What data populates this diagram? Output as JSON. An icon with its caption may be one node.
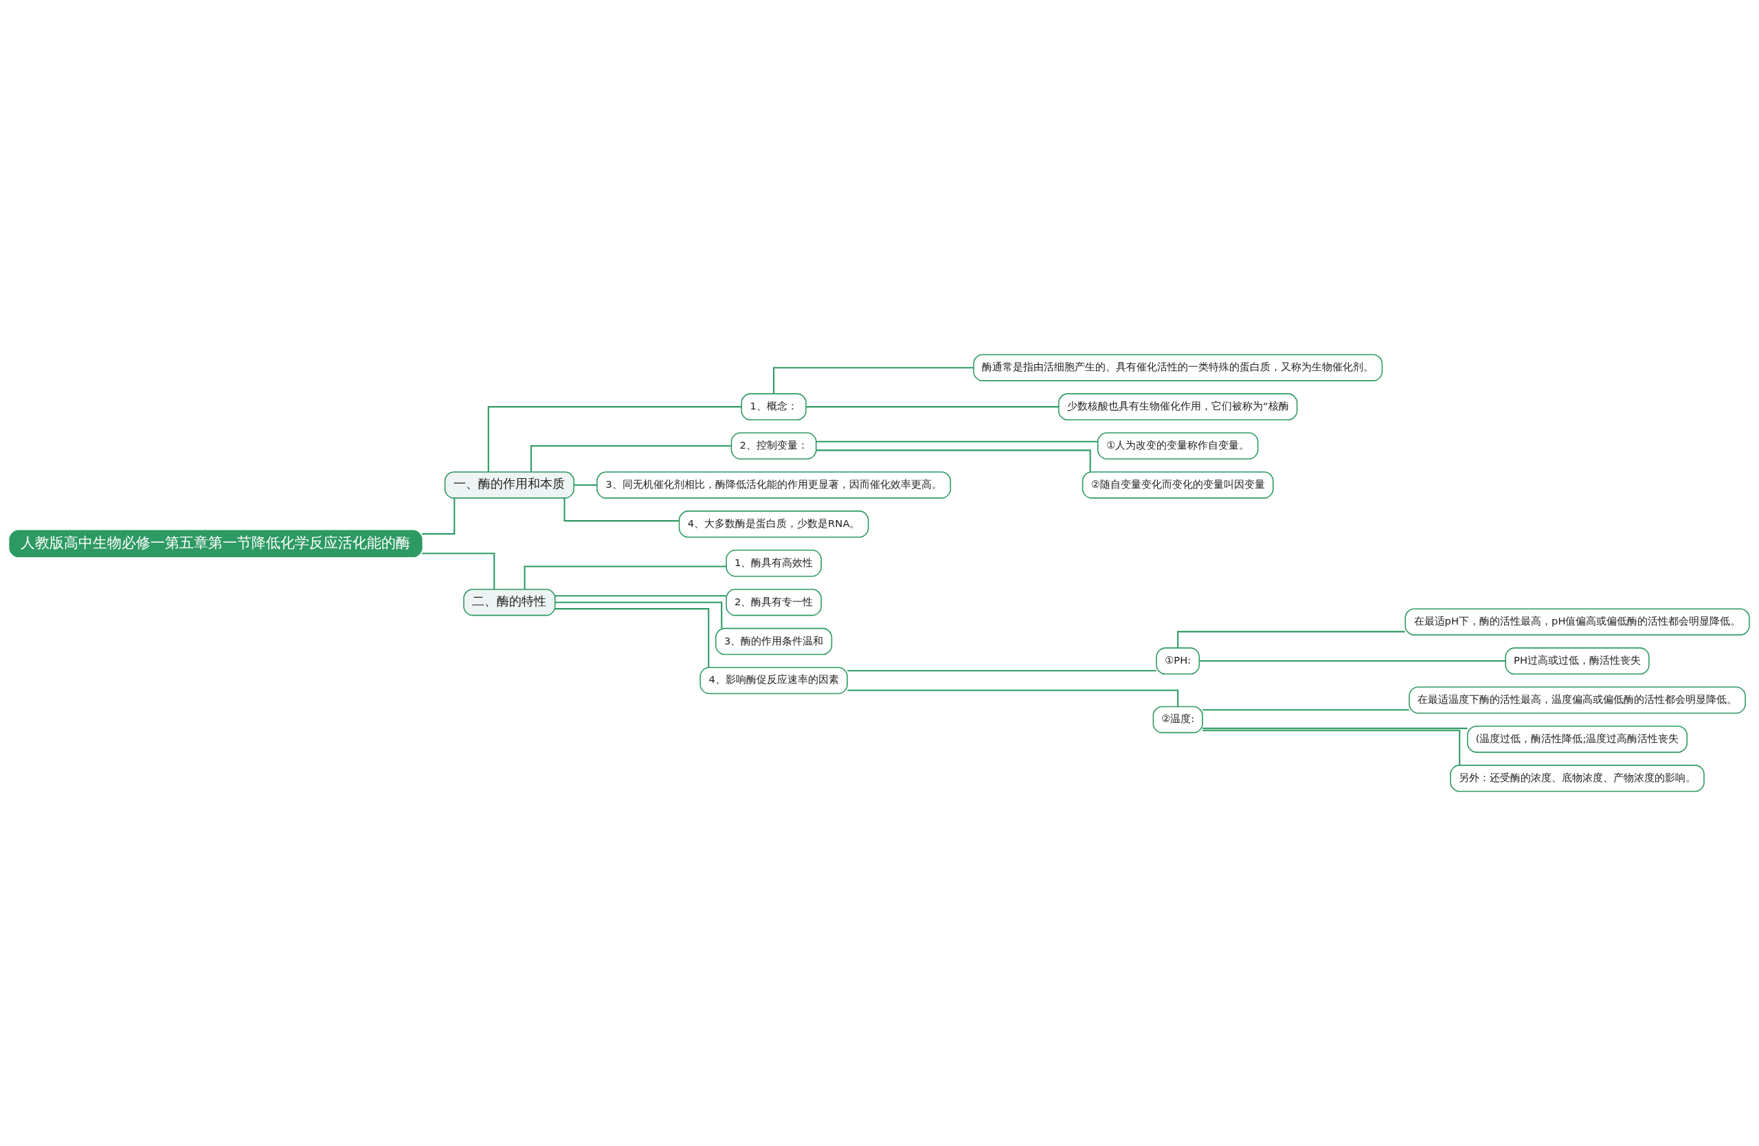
{
  "diagram": {
    "nodes": [
      {
        "text": [
          "人教版高中生物必修一第五章第一节降低化学反应活化能的酶"
        ]
      },
      {
        "text": [
          "一、酶的作用和本质"
        ]
      },
      {
        "text": [
          "1、概念："
        ]
      },
      {
        "text": [
          "酶通常是指由活细胞产生的、具有催化活性的一类特殊的蛋白质，又称为生物催化剂。"
        ]
      },
      {
        "text": [
          "少数核酸也具有生物催化作用，它们被称为“核酶"
        ]
      },
      {
        "text": [
          "2、控制变量："
        ]
      },
      {
        "text": [
          "①人为改变的变量称作自变量。"
        ]
      },
      {
        "text": [
          "②随自变量变化而变化的变量叫因变量"
        ]
      },
      {
        "text": [
          "3、同无机催化剂相比，酶降低活化能的作用更显著，因而催化效率更高。"
        ]
      },
      {
        "text": [
          "4、大多数酶是蛋白质，少数是RNA。"
        ]
      },
      {
        "text": [
          "二、酶的特性"
        ]
      },
      {
        "text": [
          "1、酶具有高效性"
        ]
      },
      {
        "text": [
          "2、酶具有专一性"
        ]
      },
      {
        "text": [
          "3、酶的作用条件温和"
        ]
      },
      {
        "text": [
          "4、影响酶促反应速率的因素"
        ]
      },
      {
        "text": [
          "①PH:"
        ]
      },
      {
        "text": [
          "在最适pH下，酶的活性最高，pH值偏高或偏低酶的活性都会明显降低。"
        ]
      },
      {
        "text": [
          "PH过高或过低，酶活性丧失"
        ]
      },
      {
        "text": [
          "②温度:"
        ]
      },
      {
        "text": [
          "在最适温度下酶的活性最高，温度偏高或偏低酶的活性都会明显降低。"
        ]
      },
      {
        "text": [
          "(温度过低，酶活性降低;温度过高酶活性丧失"
        ]
      },
      {
        "text": [
          "另外：还受酶的浓度、底物浓度、产物浓度的影响。"
        ]
      }
    ],
    "edges": [
      {
        "from": 0,
        "to": 1,
        "arrow": "none"
      },
      {
        "from": 1,
        "to": 2,
        "arrow": "none"
      },
      {
        "from": 2,
        "to": 3,
        "arrow": "none"
      },
      {
        "from": 2,
        "to": 4,
        "arrow": "none"
      },
      {
        "from": 1,
        "to": 5,
        "arrow": "none"
      },
      {
        "from": 5,
        "to": 6,
        "arrow": "none"
      },
      {
        "from": 5,
        "to": 7,
        "arrow": "none"
      },
      {
        "from": 1,
        "to": 8,
        "arrow": "none"
      },
      {
        "from": 1,
        "to": 9,
        "arrow": "none"
      },
      {
        "from": 0,
        "to": 10,
        "arrow": "none"
      },
      {
        "from": 10,
        "to": 11,
        "arrow": "none"
      },
      {
        "from": 10,
        "to": 12,
        "arrow": "none"
      },
      {
        "from": 10,
        "to": 13,
        "arrow": "none"
      },
      {
        "from": 10,
        "to": 14,
        "arrow": "none"
      },
      {
        "from": 14,
        "to": 15,
        "arrow": "none"
      },
      {
        "from": 15,
        "to": 16,
        "arrow": "none"
      },
      {
        "from": 15,
        "to": 17,
        "arrow": "none"
      },
      {
        "from": 14,
        "to": 18,
        "arrow": "none"
      },
      {
        "from": 18,
        "to": 19,
        "arrow": "none"
      },
      {
        "from": 18,
        "to": 20,
        "arrow": "none"
      },
      {
        "from": 18,
        "to": 21,
        "arrow": "none"
      }
    ]
  }
}
